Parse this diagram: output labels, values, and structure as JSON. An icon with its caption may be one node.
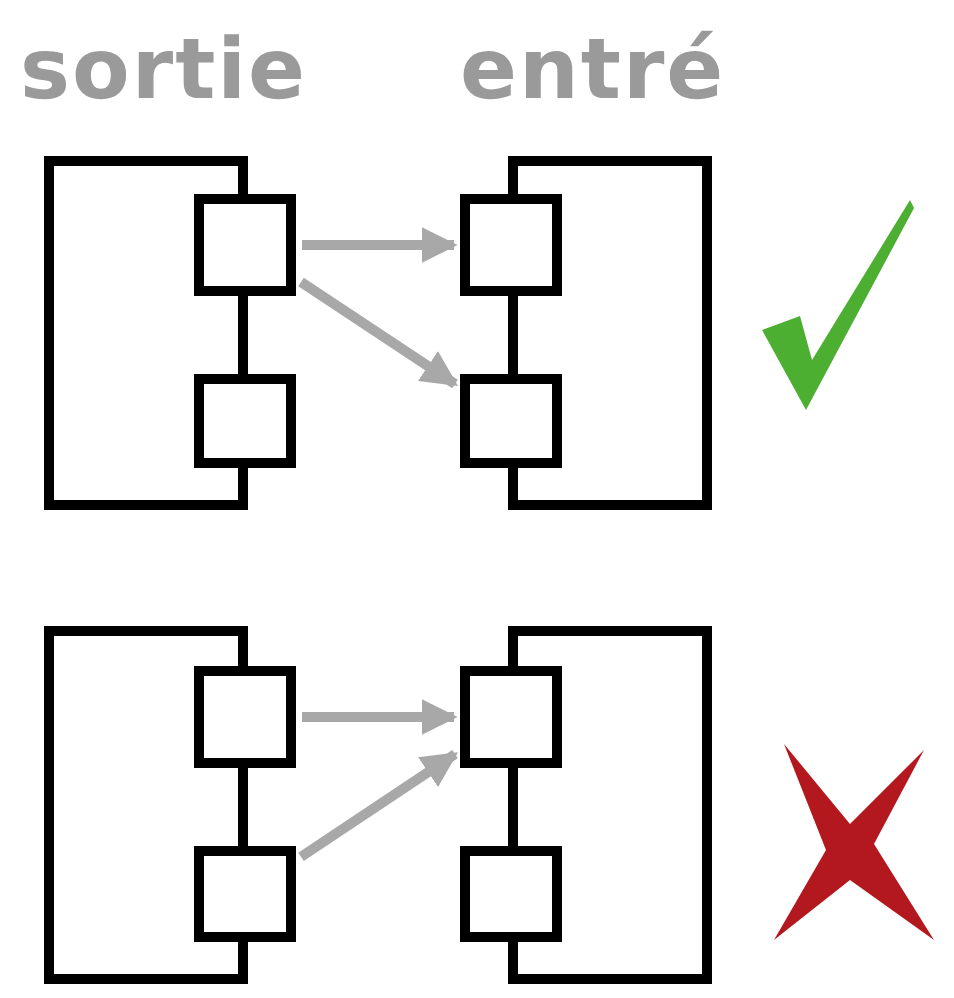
{
  "diagram": {
    "nodes": [
      {
        "text": [],
        "shape": "box"
      },
      {
        "text": [],
        "shape": "box"
      },
      {
        "text": [],
        "shape": "box"
      },
      {
        "text": [],
        "shape": "box"
      },
      {
        "text": [],
        "shape": "box"
      },
      {
        "text": [],
        "shape": "box"
      },
      {
        "text": [],
        "shape": "box"
      },
      {
        "text": [],
        "shape": "box"
      },
      {
        "text": [],
        "shape": "box"
      },
      {
        "text": [],
        "shape": "box"
      },
      {
        "text": [],
        "shape": "box"
      },
      {
        "text": [],
        "shape": "box"
      }
    ],
    "edges": [
      {
        "from": 1,
        "to": 4,
        "arrow": "to"
      },
      {
        "from": 1,
        "to": 5,
        "arrow": "to"
      },
      {
        "from": 7,
        "to": 10,
        "arrow": "to"
      },
      {
        "from": 8,
        "to": 10,
        "arrow": "to"
      }
    ],
    "labels": [
      "sortie",
      "entré"
    ]
  }
}
